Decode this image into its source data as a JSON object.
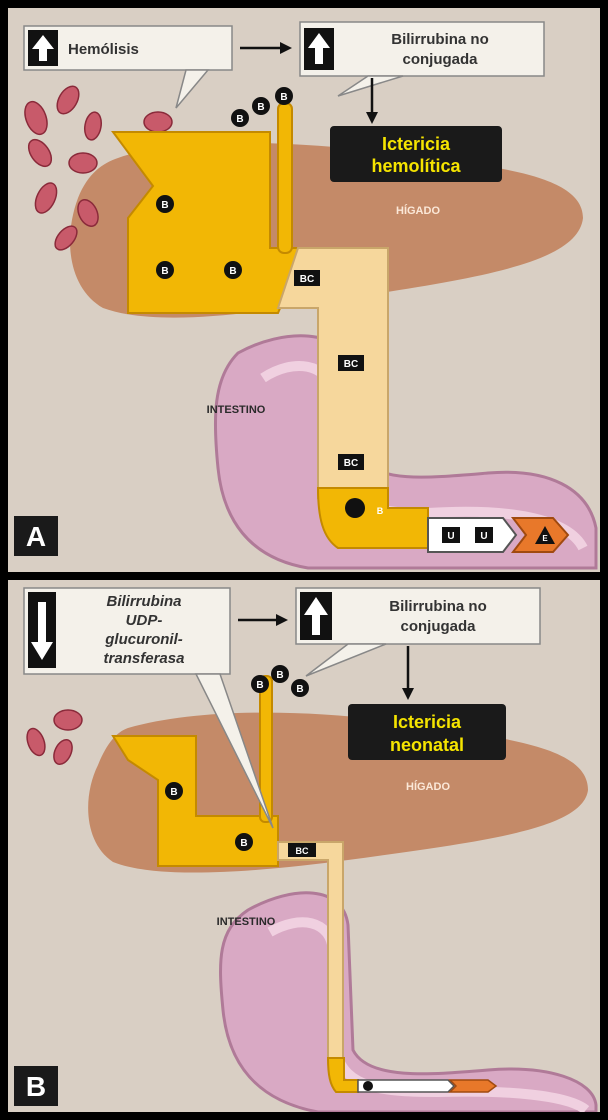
{
  "panel_a": {
    "letter": "A",
    "cause": "Hemólisis",
    "effect_line1": "Bilirrubina no",
    "effect_line2": "conjugada",
    "result_line1": "Ictericia",
    "result_line2": "hemolítica",
    "organ_liver": "HÍGADO",
    "organ_intestine": "INTESTINO",
    "mol_b": "B",
    "mol_bc": "BC",
    "mol_u": "U",
    "mol_e": "E"
  },
  "panel_b": {
    "letter": "B",
    "cause_line1": "Bilirrubina",
    "cause_line2": "UDP-",
    "cause_line3": "glucuronil-",
    "cause_line4": "transferasa",
    "effect_line1": "Bilirrubina no",
    "effect_line2": "conjugada",
    "result_line1": "Ictericia",
    "result_line2": "neonatal",
    "organ_liver": "HÍGADO",
    "organ_intestine": "INTESTINO",
    "mol_b": "B",
    "mol_bc": "BC"
  },
  "colors": {
    "background": "#d9cfc4",
    "liver": "#c48a68",
    "unconjugated": "#f2b705",
    "conjugated": "#f6d79c",
    "intestine": "#d9a9c4",
    "label_box": "#1a1a1a",
    "label_text": "#f5e400",
    "urobilinogen": "#ffffff",
    "stercobilin": "#e8782a"
  }
}
